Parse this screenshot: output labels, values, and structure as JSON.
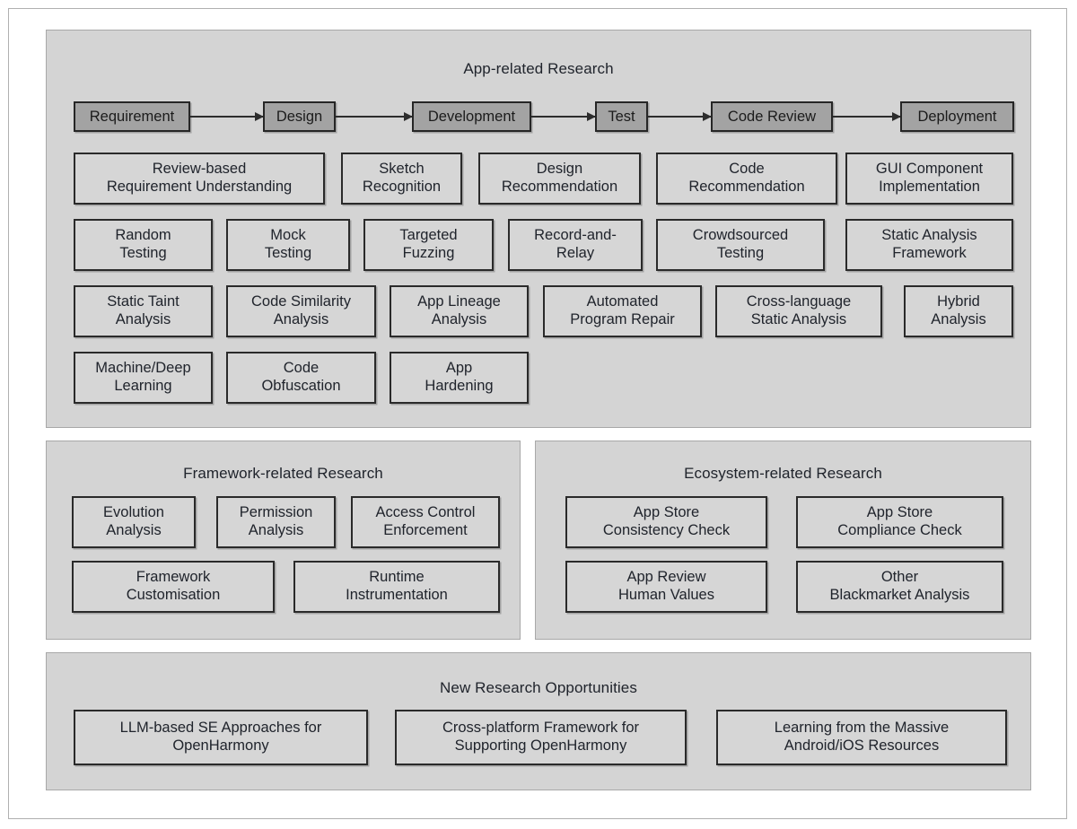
{
  "figure": {
    "colors": {
      "page_background": "#ffffff",
      "panel_background": "#d4d4d4",
      "panel_border": "#a8a8a8",
      "box_background": "#d6d6d6",
      "box_border": "#2a2a2a",
      "stage_background": "#a3a3a3",
      "stage_border": "#262626",
      "text": "#20242c",
      "arrow": "#2d2d2d"
    }
  },
  "sections": {
    "app": {
      "title": "App-related Research",
      "pipeline": [
        {
          "label": "Requirement"
        },
        {
          "label": "Design"
        },
        {
          "label": "Development"
        },
        {
          "label": "Test"
        },
        {
          "label": "Code Review"
        },
        {
          "label": "Deployment"
        }
      ],
      "rows": [
        [
          {
            "line1": "Review-based",
            "line2": "Requirement Understanding"
          },
          {
            "line1": "Sketch",
            "line2": "Recognition"
          },
          {
            "line1": "Design",
            "line2": "Recommendation"
          },
          {
            "line1": "Code",
            "line2": "Recommendation"
          },
          {
            "line1": "GUI Component",
            "line2": "Implementation"
          }
        ],
        [
          {
            "line1": "Random",
            "line2": "Testing"
          },
          {
            "line1": "Mock",
            "line2": "Testing"
          },
          {
            "line1": "Targeted",
            "line2": "Fuzzing"
          },
          {
            "line1": "Record-and-",
            "line2": "Relay"
          },
          {
            "line1": "Crowdsourced",
            "line2": "Testing"
          },
          {
            "line1": "Static Analysis",
            "line2": "Framework"
          }
        ],
        [
          {
            "line1": "Static Taint",
            "line2": "Analysis"
          },
          {
            "line1": "Code Similarity",
            "line2": "Analysis"
          },
          {
            "line1": "App Lineage",
            "line2": "Analysis"
          },
          {
            "line1": "Automated",
            "line2": "Program Repair"
          },
          {
            "line1": "Cross-language",
            "line2": "Static Analysis"
          },
          {
            "line1": "Hybrid",
            "line2": "Analysis"
          }
        ],
        [
          {
            "line1": "Machine/Deep",
            "line2": "Learning"
          },
          {
            "line1": "Code",
            "line2": "Obfuscation"
          },
          {
            "line1": "App",
            "line2": "Hardening"
          }
        ]
      ]
    },
    "framework": {
      "title": "Framework-related Research",
      "rows": [
        [
          {
            "line1": "Evolution",
            "line2": "Analysis"
          },
          {
            "line1": "Permission",
            "line2": "Analysis"
          },
          {
            "line1": "Access Control",
            "line2": "Enforcement"
          }
        ],
        [
          {
            "line1": "Framework",
            "line2": "Customisation"
          },
          {
            "line1": "Runtime",
            "line2": "Instrumentation"
          }
        ]
      ]
    },
    "ecosystem": {
      "title": "Ecosystem-related Research",
      "rows": [
        [
          {
            "line1": "App Store",
            "line2": "Consistency Check"
          },
          {
            "line1": "App Store",
            "line2": "Compliance Check"
          }
        ],
        [
          {
            "line1": "App Review",
            "line2": "Human Values"
          },
          {
            "line1": "Other",
            "line2": "Blackmarket Analysis"
          }
        ]
      ]
    },
    "opportunities": {
      "title": "New Research Opportunities",
      "rows": [
        [
          {
            "line1": "LLM-based SE Approaches for",
            "line2": "OpenHarmony"
          },
          {
            "line1": "Cross-platform Framework for",
            "line2": "Supporting OpenHarmony"
          },
          {
            "line1": "Learning from the Massive",
            "line2": "Android/iOS Resources"
          }
        ]
      ]
    }
  }
}
